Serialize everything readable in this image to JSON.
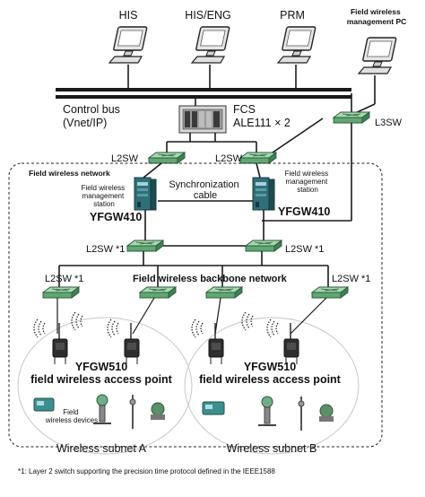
{
  "stations": {
    "his": "HIS",
    "his_eng": "HIS/ENG",
    "prm": "PRM",
    "field_wireless_pc": "Field wireless\nmanagement PC"
  },
  "control_bus": "Control bus\n(Vnet/IP)",
  "fcs": {
    "name": "FCS",
    "module": "ALE111 × 2"
  },
  "switches": {
    "l3sw": "L3SW",
    "l2sw_left": "L2SW",
    "l2sw_right": "L2SW",
    "l2sw_star_left": "L2SW *1",
    "l2sw_star_right": "L2SW *1",
    "l2sw_star_subnet_left": "L2SW *1",
    "l2sw_star_subnet_right": "L2SW *1"
  },
  "field_wireless_network": "Field wireless network",
  "mgmt_station_left": "Field wireless\nmanagement\nstation",
  "mgmt_station_right": "Field wireless\nmanagement\nstation",
  "gateway_left": "YFGW410",
  "gateway_right": "YFGW410",
  "sync_cable": "Synchronization\ncable",
  "backbone": "Field wireless backbone network",
  "access_point_left": {
    "model": "YFGW510",
    "desc": "field wireless access point"
  },
  "access_point_right": {
    "model": "YFGW510",
    "desc": "field wireless access point"
  },
  "field_devices": "Field\nwireless devices",
  "subnet_a": "Wireless subnet A",
  "subnet_b": "Wireless subnet B",
  "footnote": "*1: Layer 2 switch supporting the precision time protocol defined in the IEEE1588",
  "colors": {
    "switch_green": "#7fbf8f",
    "gateway_teal": "#2f6f78",
    "monitor_gray": "#cfcfcf"
  }
}
